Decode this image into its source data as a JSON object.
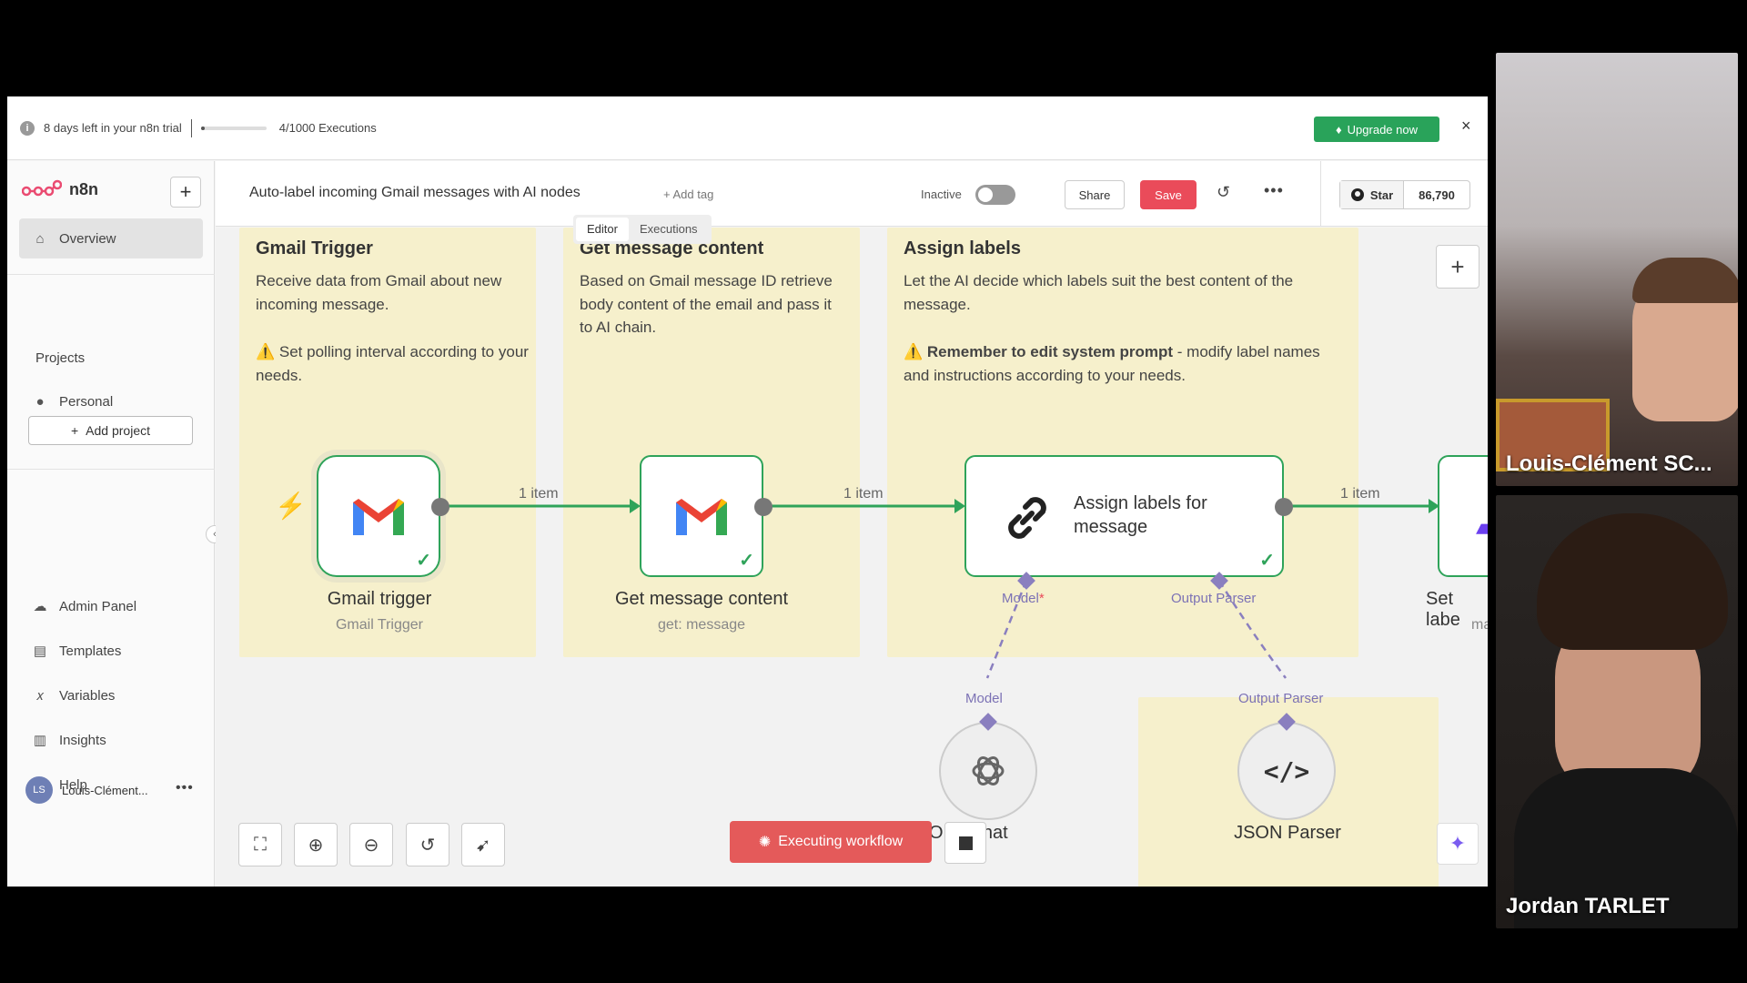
{
  "trial_banner": {
    "message": "8 days left in your n8n trial",
    "executions": "4/1000 Executions",
    "execution_fraction": 0.004,
    "upgrade_label": "Upgrade now",
    "close_glyph": "×"
  },
  "sidebar": {
    "brand": "n8n",
    "add_glyph": "+",
    "overview": "Overview",
    "projects_heading": "Projects",
    "personal": "Personal",
    "add_project": "Add project",
    "bottom_items": [
      {
        "label": "Admin Panel",
        "icon": "cloud-icon"
      },
      {
        "label": "Templates",
        "icon": "templates-icon"
      },
      {
        "label": "Variables",
        "icon": "variables-icon"
      },
      {
        "label": "Insights",
        "icon": "chart-icon"
      },
      {
        "label": "Help",
        "icon": "help-icon"
      }
    ],
    "user_initials": "LS",
    "user_name": "Louis-Clément...",
    "collapse_glyph": "‹"
  },
  "header": {
    "workflow_title": "Auto-label incoming Gmail messages with AI nodes",
    "add_tag": "+ Add tag",
    "status_label": "Inactive",
    "share": "Share",
    "save": "Save",
    "github_star": "Star",
    "github_count": "86,790",
    "tabs": [
      {
        "label": "Editor",
        "active": true
      },
      {
        "label": "Executions",
        "active": false
      }
    ]
  },
  "canvas": {
    "stickies": [
      {
        "title": "Gmail Trigger",
        "body": "Receive data from Gmail about new incoming message.",
        "warning": "⚠️ Set polling interval according to your needs."
      },
      {
        "title": "Get message content",
        "body": "Based on Gmail message ID retrieve body content of the email and pass it to AI chain."
      },
      {
        "title": "Assign labels",
        "body": "Let the AI decide which labels suit the best content of the message.",
        "warning_bold": "Remember to edit system prompt",
        "warning_rest": " - modify label names and instructions according to your needs."
      }
    ],
    "nodes": [
      {
        "title": "Gmail trigger",
        "subtitle": "Gmail Trigger"
      },
      {
        "title": "Get message content",
        "subtitle": "get: message"
      },
      {
        "title": "Assign labels for message"
      },
      {
        "title": "Set labe",
        "subtitle": "ma"
      }
    ],
    "edge_labels": [
      "1 item",
      "1 item",
      "1 item"
    ],
    "model_port": "Model",
    "model_required": "*",
    "output_parser_port": "Output Parser",
    "sub_model_label": "Model",
    "sub_parser_label": "Output Parser",
    "chat_node_title": "O AI Chat",
    "json_parser_title": "JSON Parser",
    "executing": "Executing workflow"
  },
  "participants": [
    {
      "name": "Louis-Clément SC..."
    },
    {
      "name": "Jordan TARLET"
    }
  ],
  "colors": {
    "accent_green": "#2fa35a",
    "save_red": "#ea4b5a",
    "sticky_yellow": "#f6f0cc",
    "ai_purple": "#8a7fbf"
  }
}
